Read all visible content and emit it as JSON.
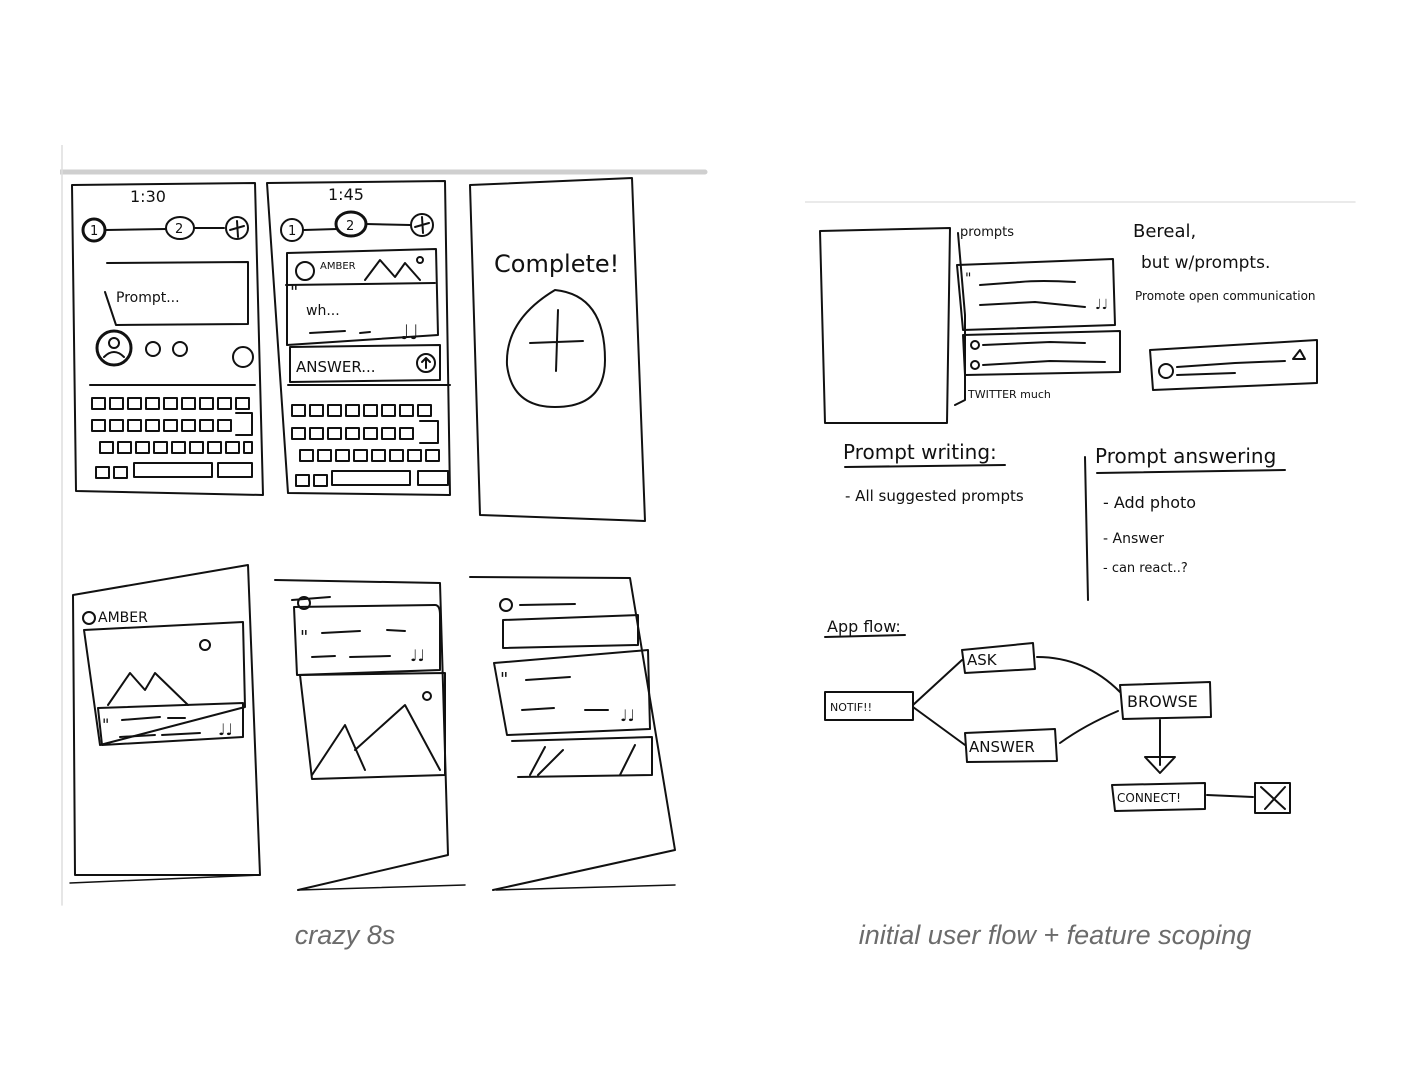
{
  "left_sketch": {
    "caption": "crazy 8s",
    "frame1": {
      "time": "1:30",
      "steps": [
        "1",
        "2"
      ],
      "prompt": "Prompt..."
    },
    "frame2": {
      "time": "1:45",
      "steps": [
        "1",
        "2"
      ],
      "user": "AMBER",
      "text": "wh...",
      "answer": "ANSWER..."
    },
    "frame3": {
      "title": "Complete!"
    },
    "frame4": {
      "user": "AMBER"
    }
  },
  "right_sketch": {
    "caption": "initial user flow + feature scoping",
    "panel_label": "prompts",
    "note_line1": "Bereal,",
    "note_line2": "but w/prompts.",
    "note_line3": "Promote open communication",
    "twitter_note": "TWITTER much",
    "writing_title": "Prompt writing:",
    "writing_items": [
      "- All suggested prompts"
    ],
    "answering_title": "Prompt answering",
    "answering_items": [
      "- Add photo",
      "- Answer",
      "- can react..?"
    ],
    "flow_title": "App flow:",
    "flow_nodes": {
      "notif": "NOTIF!!",
      "ask": "ASK",
      "answer": "ANSWER",
      "browse": "BROWSE",
      "connect": "CONNECT!"
    }
  }
}
